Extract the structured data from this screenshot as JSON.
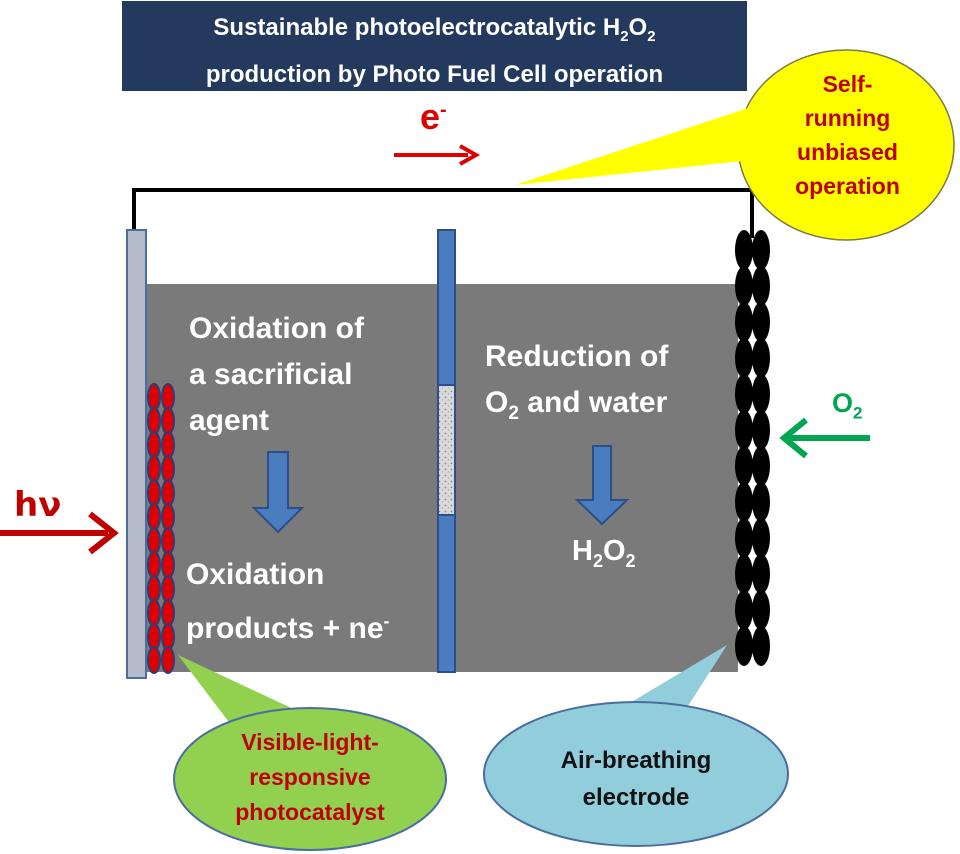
{
  "title": {
    "line1_prefix": "Sustainable photoelectrocatalytic H",
    "line1_sub1": "2",
    "line1_mid": "O",
    "line1_sub2": "2",
    "line2": "production by Photo Fuel Cell operation"
  },
  "electron": {
    "base": "e",
    "sup": "-"
  },
  "self_running": {
    "line1": "Self-",
    "line2": "running",
    "line3": "unbiased",
    "line4": "operation"
  },
  "anode_chamber": {
    "line1": "Oxidation of",
    "line2": "a sacrificial",
    "line3": "agent",
    "product_line1": "Oxidation",
    "product_line2_prefix": "products + ne",
    "product_line2_sup": "-"
  },
  "cathode_chamber": {
    "line1": "Reduction of",
    "line2_o": "O",
    "line2_sub": "2",
    "line2_rest": " and water",
    "product_h": "H",
    "product_sub1": "2",
    "product_o": "O",
    "product_sub2": "2"
  },
  "light": {
    "label": "hν"
  },
  "oxygen": {
    "base": "O",
    "sub": "2"
  },
  "photocatalyst_bubble": {
    "line1": "Visible-light-",
    "line2": "responsive",
    "line3": "photocatalyst"
  },
  "electrode_bubble": {
    "line1": "Air-breathing",
    "line2": "electrode"
  },
  "colors": {
    "title_bg": "#233a5e",
    "electrolyte": "#7a7a7a",
    "membrane": "#4a7cc0",
    "photocatalyst": "#e00000",
    "arrow_red": "#c00000",
    "arrow_green": "#00a651",
    "bubble_yellow": "#ffff00",
    "bubble_green": "#92d050",
    "bubble_blue": "#92cddc"
  }
}
